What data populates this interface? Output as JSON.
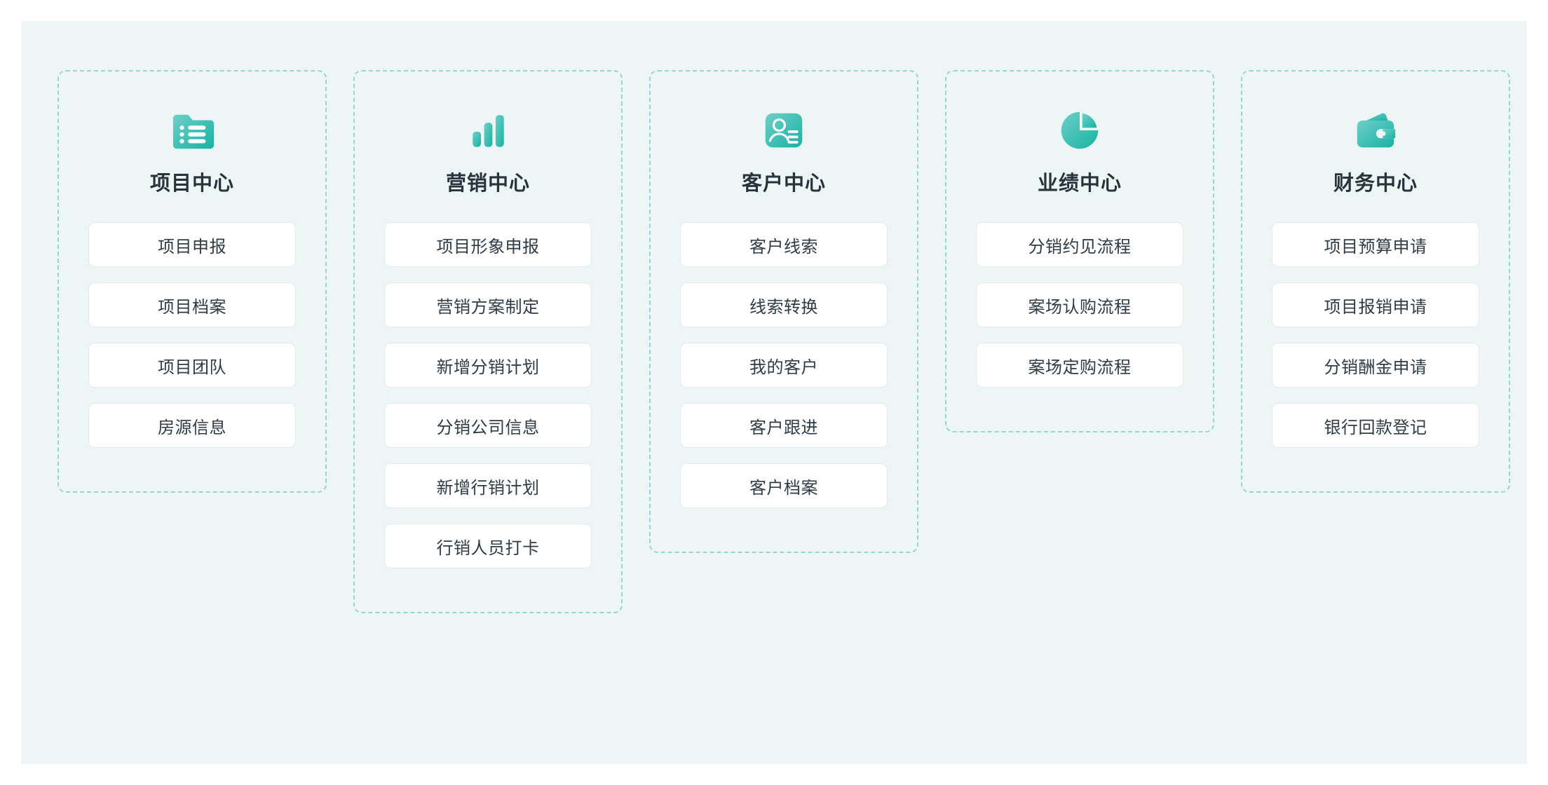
{
  "theme": {
    "page_background": "#ffffff",
    "panel_background": "#eef6f5",
    "dashed_border": "#95d6d2",
    "card_border": "#dfeceb",
    "card_background": "#ffffff",
    "title_color": "#27333d",
    "item_text_color": "#2f3b45",
    "icon_gradient_from": "#6ecfc8",
    "icon_gradient_to": "#17b3a3"
  },
  "columns": [
    {
      "title": "项目中心",
      "icon": "folder-list-icon",
      "items": [
        {
          "label": "项目申报"
        },
        {
          "label": "项目档案"
        },
        {
          "label": "项目团队"
        },
        {
          "label": "房源信息"
        }
      ]
    },
    {
      "title": "营销中心",
      "icon": "bar-chart-icon",
      "items": [
        {
          "label": "项目形象申报"
        },
        {
          "label": "营销方案制定"
        },
        {
          "label": "新增分销计划"
        },
        {
          "label": "分销公司信息"
        },
        {
          "label": "新增行销计划"
        },
        {
          "label": "行销人员打卡"
        }
      ]
    },
    {
      "title": "客户中心",
      "icon": "contact-card-icon",
      "items": [
        {
          "label": "客户线索"
        },
        {
          "label": "线索转换"
        },
        {
          "label": "我的客户"
        },
        {
          "label": "客户跟进"
        },
        {
          "label": "客户档案"
        }
      ]
    },
    {
      "title": "业绩中心",
      "icon": "pie-chart-icon",
      "items": [
        {
          "label": "分销约见流程"
        },
        {
          "label": "案场认购流程"
        },
        {
          "label": "案场定购流程"
        }
      ]
    },
    {
      "title": "财务中心",
      "icon": "wallet-icon",
      "items": [
        {
          "label": "项目预算申请"
        },
        {
          "label": "项目报销申请"
        },
        {
          "label": "分销酬金申请"
        },
        {
          "label": "银行回款登记"
        }
      ]
    }
  ]
}
